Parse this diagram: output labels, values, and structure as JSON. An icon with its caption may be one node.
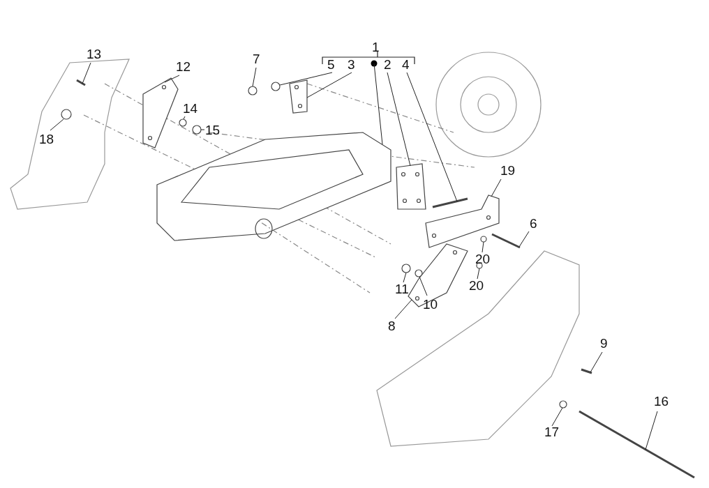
{
  "diagram": {
    "nodes": [
      {
        "text": [
          "1"
        ]
      },
      {
        "text": [
          "5"
        ]
      },
      {
        "text": [
          "3"
        ]
      },
      {
        "text": [
          "2"
        ]
      },
      {
        "text": [
          "4"
        ]
      },
      {
        "text": [
          "13"
        ]
      },
      {
        "text": [
          "12"
        ]
      },
      {
        "text": [
          "7"
        ]
      },
      {
        "text": [
          "18"
        ]
      },
      {
        "text": [
          "14"
        ]
      },
      {
        "text": [
          "15"
        ]
      },
      {
        "text": [
          "19"
        ]
      },
      {
        "text": [
          "6"
        ]
      },
      {
        "text": [
          "20"
        ]
      },
      {
        "text": [
          "11"
        ]
      },
      {
        "text": [
          "10"
        ]
      },
      {
        "text": [
          "20"
        ]
      },
      {
        "text": [
          "8"
        ]
      },
      {
        "text": [
          "9"
        ]
      },
      {
        "text": [
          "17"
        ]
      },
      {
        "text": [
          "16"
        ]
      },
      {
        "text": [],
        "shape": "picture"
      },
      {
        "text": [],
        "shape": "circle"
      },
      {
        "text": [],
        "shape": "picture"
      },
      {
        "text": [],
        "shape": "picture"
      },
      {
        "text": [],
        "shape": "picture"
      },
      {
        "text": [],
        "shape": "picture"
      },
      {
        "text": [],
        "shape": "picture"
      },
      {
        "text": [],
        "shape": "circle"
      },
      {
        "text": [],
        "shape": "circle"
      },
      {
        "text": [],
        "shape": "circle"
      },
      {
        "text": [],
        "shape": "circle"
      },
      {
        "text": [],
        "shape": "picture"
      },
      {
        "text": [],
        "shape": "picture"
      },
      {
        "text": [],
        "shape": "circle"
      },
      {
        "text": [],
        "shape": "circle"
      },
      {
        "text": [],
        "shape": "circle"
      },
      {
        "text": [],
        "shape": "circle"
      },
      {
        "text": [],
        "shape": "picture"
      },
      {
        "text": [],
        "shape": "picture"
      },
      {
        "text": [],
        "shape": "circle"
      },
      {
        "text": [],
        "shape": "picture"
      }
    ],
    "edges": [
      {
        "from": 0,
        "to": 21,
        "arrow": "none"
      },
      {
        "from": 1,
        "to": 22,
        "arrow": "none"
      },
      {
        "from": 2,
        "to": 23,
        "arrow": "none"
      },
      {
        "from": 3,
        "to": 24,
        "arrow": "none"
      },
      {
        "from": 4,
        "to": 25,
        "arrow": "none"
      },
      {
        "from": 5,
        "to": 26,
        "arrow": "none"
      },
      {
        "from": 6,
        "to": 27,
        "arrow": "none"
      },
      {
        "from": 7,
        "to": 28,
        "arrow": "none"
      },
      {
        "from": 8,
        "to": 29,
        "arrow": "none"
      },
      {
        "from": 9,
        "to": 30,
        "arrow": "none"
      },
      {
        "from": 10,
        "to": 31,
        "arrow": "none"
      },
      {
        "from": 11,
        "to": 32,
        "arrow": "none"
      },
      {
        "from": 12,
        "to": 33,
        "arrow": "none"
      },
      {
        "from": 13,
        "to": 34,
        "arrow": "none"
      },
      {
        "from": 14,
        "to": 35,
        "arrow": "none"
      },
      {
        "from": 15,
        "to": 36,
        "arrow": "none"
      },
      {
        "from": 16,
        "to": 37,
        "arrow": "none"
      },
      {
        "from": 17,
        "to": 38,
        "arrow": "none"
      },
      {
        "from": 18,
        "to": 39,
        "arrow": "none"
      },
      {
        "from": 19,
        "to": 40,
        "arrow": "none"
      },
      {
        "from": 20,
        "to": 41,
        "arrow": "none"
      }
    ]
  }
}
